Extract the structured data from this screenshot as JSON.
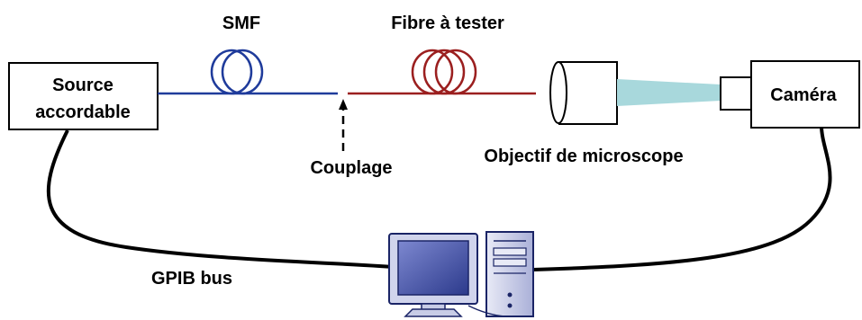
{
  "labels": {
    "smf": "SMF",
    "fibre_test": "Fibre à tester",
    "source_line1": "Source",
    "source_line2": "accordable",
    "camera": "Caméra",
    "couplage": "Couplage",
    "objectif": "Objectif de microscope",
    "gpib": "GPIB bus"
  },
  "colors": {
    "smf_fiber": "#1f3b9b",
    "test_fiber": "#9b1f1f",
    "light_beam": "#a8d8dc",
    "cable": "#000000",
    "monitor_screen": "#4a5aa8",
    "computer_body": "#c8cce6"
  },
  "icons": {
    "computer": "computer-icon",
    "objective": "microscope-objective-icon",
    "camera": "camera-icon"
  }
}
